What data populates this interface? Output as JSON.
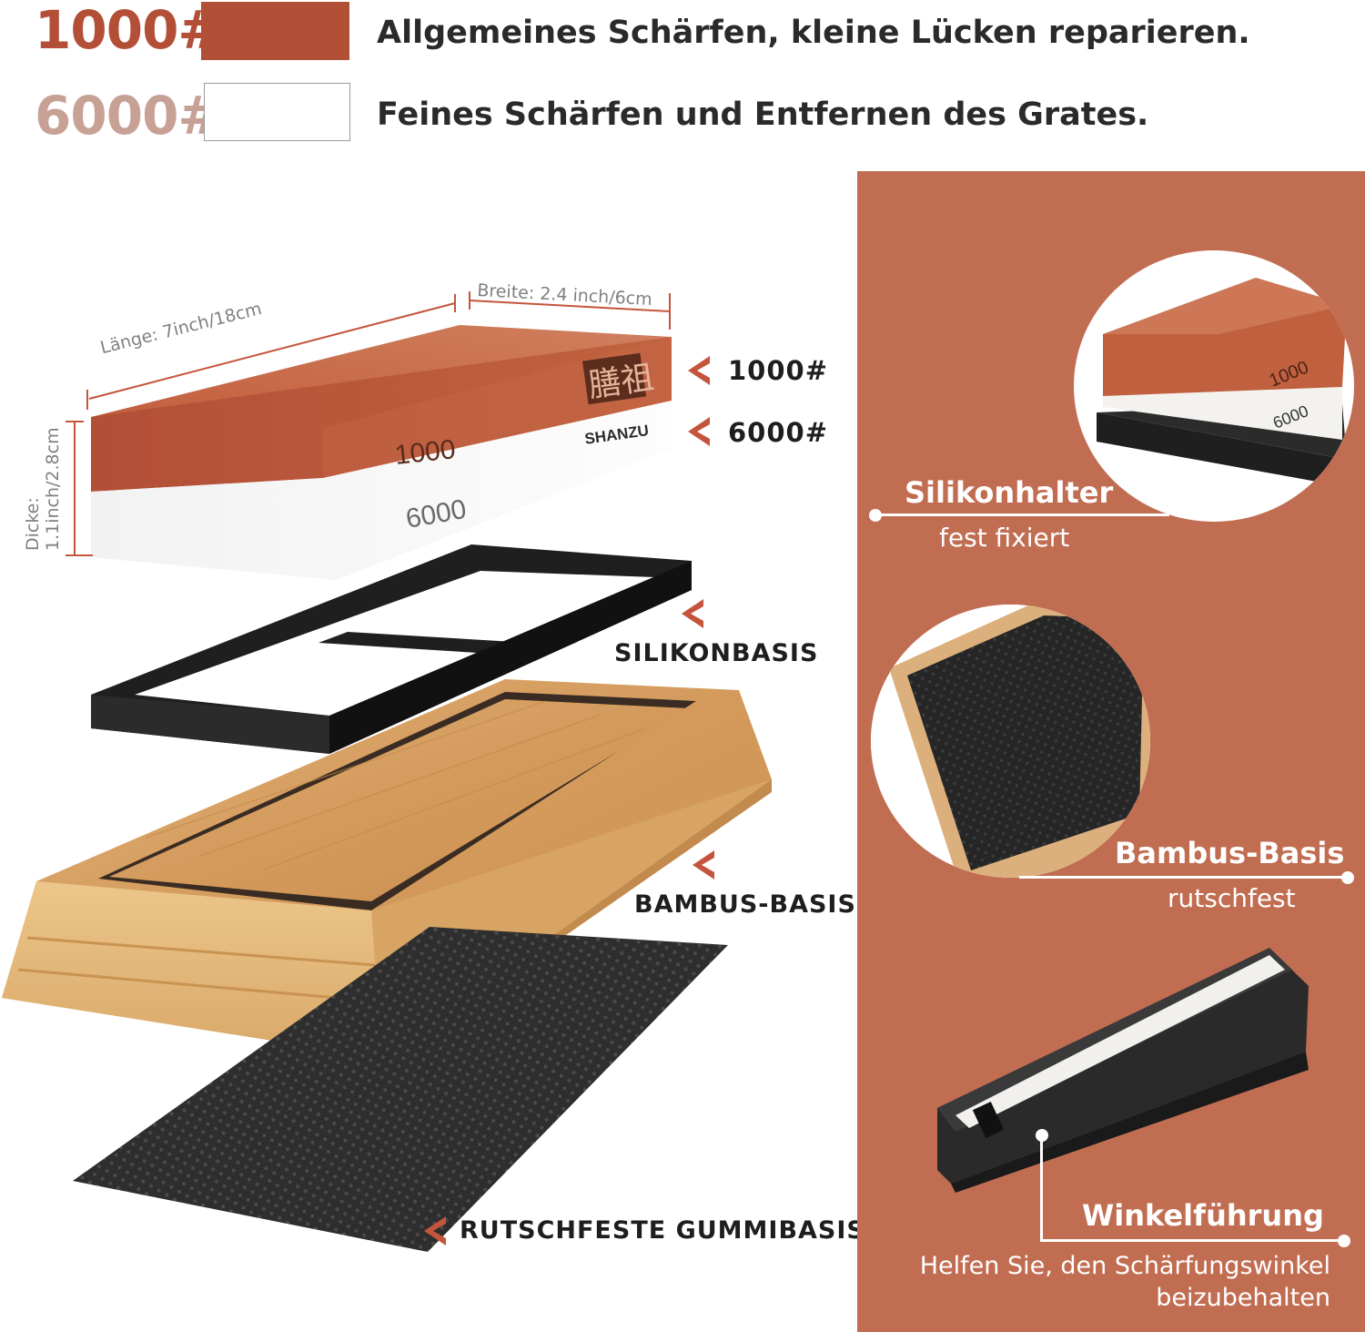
{
  "colors": {
    "stone_1000": "#b24f37",
    "stone_6000": "#ffffff",
    "panel": "#c16d52",
    "accent": "#c4553c",
    "grit_6000_text": "#c7a196"
  },
  "legend": [
    {
      "grit": "1000#",
      "description": "Allgemeines Schärfen, kleine Lücken reparieren."
    },
    {
      "grit": "6000#",
      "description": "Feines Schärfen und Entfernen des Grates."
    }
  ],
  "stone": {
    "face_top": "1000",
    "face_bottom": "6000",
    "brand_logo": "膳祖",
    "brand": "SHANZU",
    "dimensions": {
      "length": "Länge: 7inch/18cm",
      "width": "Breite: 2.4 inch/6cm",
      "thickness_label": "Dicke:",
      "thickness_value": "1.1inch/2.8cm"
    }
  },
  "parts": {
    "grit_top": "1000#",
    "grit_bottom": "6000#",
    "silicone_base": "SILIKONBASIS",
    "bamboo_base": "BAMBUS-BASIS",
    "rubber_base": "RUTSCHFESTE GUMMIBASIS"
  },
  "features": [
    {
      "title": "Silikonhalter",
      "subtitle": "fest fixiert",
      "icon": "stone-in-holder-photo"
    },
    {
      "title": "Bambus-Basis",
      "subtitle": "rutschfest",
      "icon": "bamboo-base-corner-photo"
    },
    {
      "title": "Winkelführung",
      "subtitle": "Helfen Sie, den Schärfungswinkel beizubehalten",
      "icon": "angle-guide-photo"
    }
  ],
  "circle_labels": {
    "top": "1000",
    "bottom": "6000"
  }
}
